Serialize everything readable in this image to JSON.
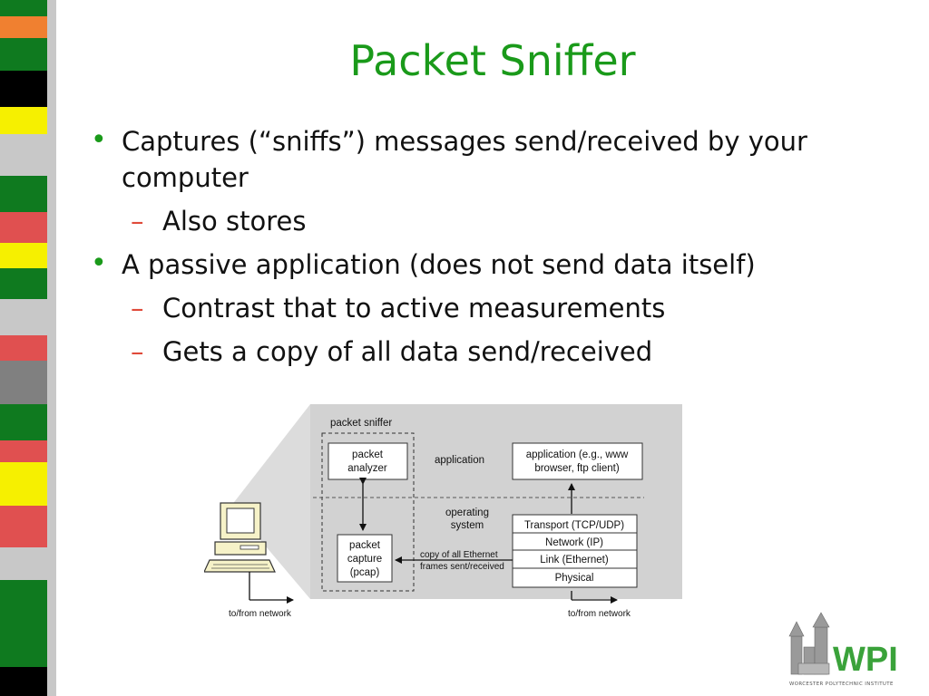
{
  "slide": {
    "title": "Packet Sniffer",
    "bullets": [
      {
        "text": "Captures (“sniffs”) messages send/received by your computer",
        "sub": [
          "Also stores"
        ]
      },
      {
        "text": "A passive application (does not send data itself)",
        "sub": [
          "Contrast that to active measurements",
          "Gets a copy of all data send/received"
        ]
      }
    ]
  },
  "diagram": {
    "packet_sniffer_label": "packet sniffer",
    "packet_analyzer_line1": "packet",
    "packet_analyzer_line2": "analyzer",
    "packet_capture_line1": "packet",
    "packet_capture_line2": "capture",
    "packet_capture_line3": "(pcap)",
    "application_label": "application",
    "app_box_line1": "application (e.g., www",
    "app_box_line2": "browser, ftp client)",
    "os_line1": "operating",
    "os_line2": "system",
    "copy_line1": "copy of all Ethernet",
    "copy_line2": "frames sent/received",
    "stack": [
      "Transport (TCP/UDP)",
      "Network (IP)",
      "Link (Ethernet)",
      "Physical"
    ],
    "to_from_left": "to/from network",
    "to_from_right": "to/from network"
  },
  "logo": {
    "text": "WPI",
    "subtext": "WORCESTER POLYTECHNIC INSTITUTE",
    "colors": {
      "green": "#3aa23a",
      "red": "#d92b2b"
    }
  },
  "stripe_colors": [
    "#0f7a1f",
    "#f08030",
    "#0f7a1f",
    "#000000",
    "#f6f000",
    "#c8c8c8",
    "#0f7a1f",
    "#e05050",
    "#f6f000",
    "#0f7a1f",
    "#c8c8c8",
    "#e05050",
    "#808080",
    "#0f7a1f",
    "#e05050",
    "#f6f000",
    "#e05050",
    "#c8c8c8",
    "#0f7a1f",
    "#000000"
  ]
}
